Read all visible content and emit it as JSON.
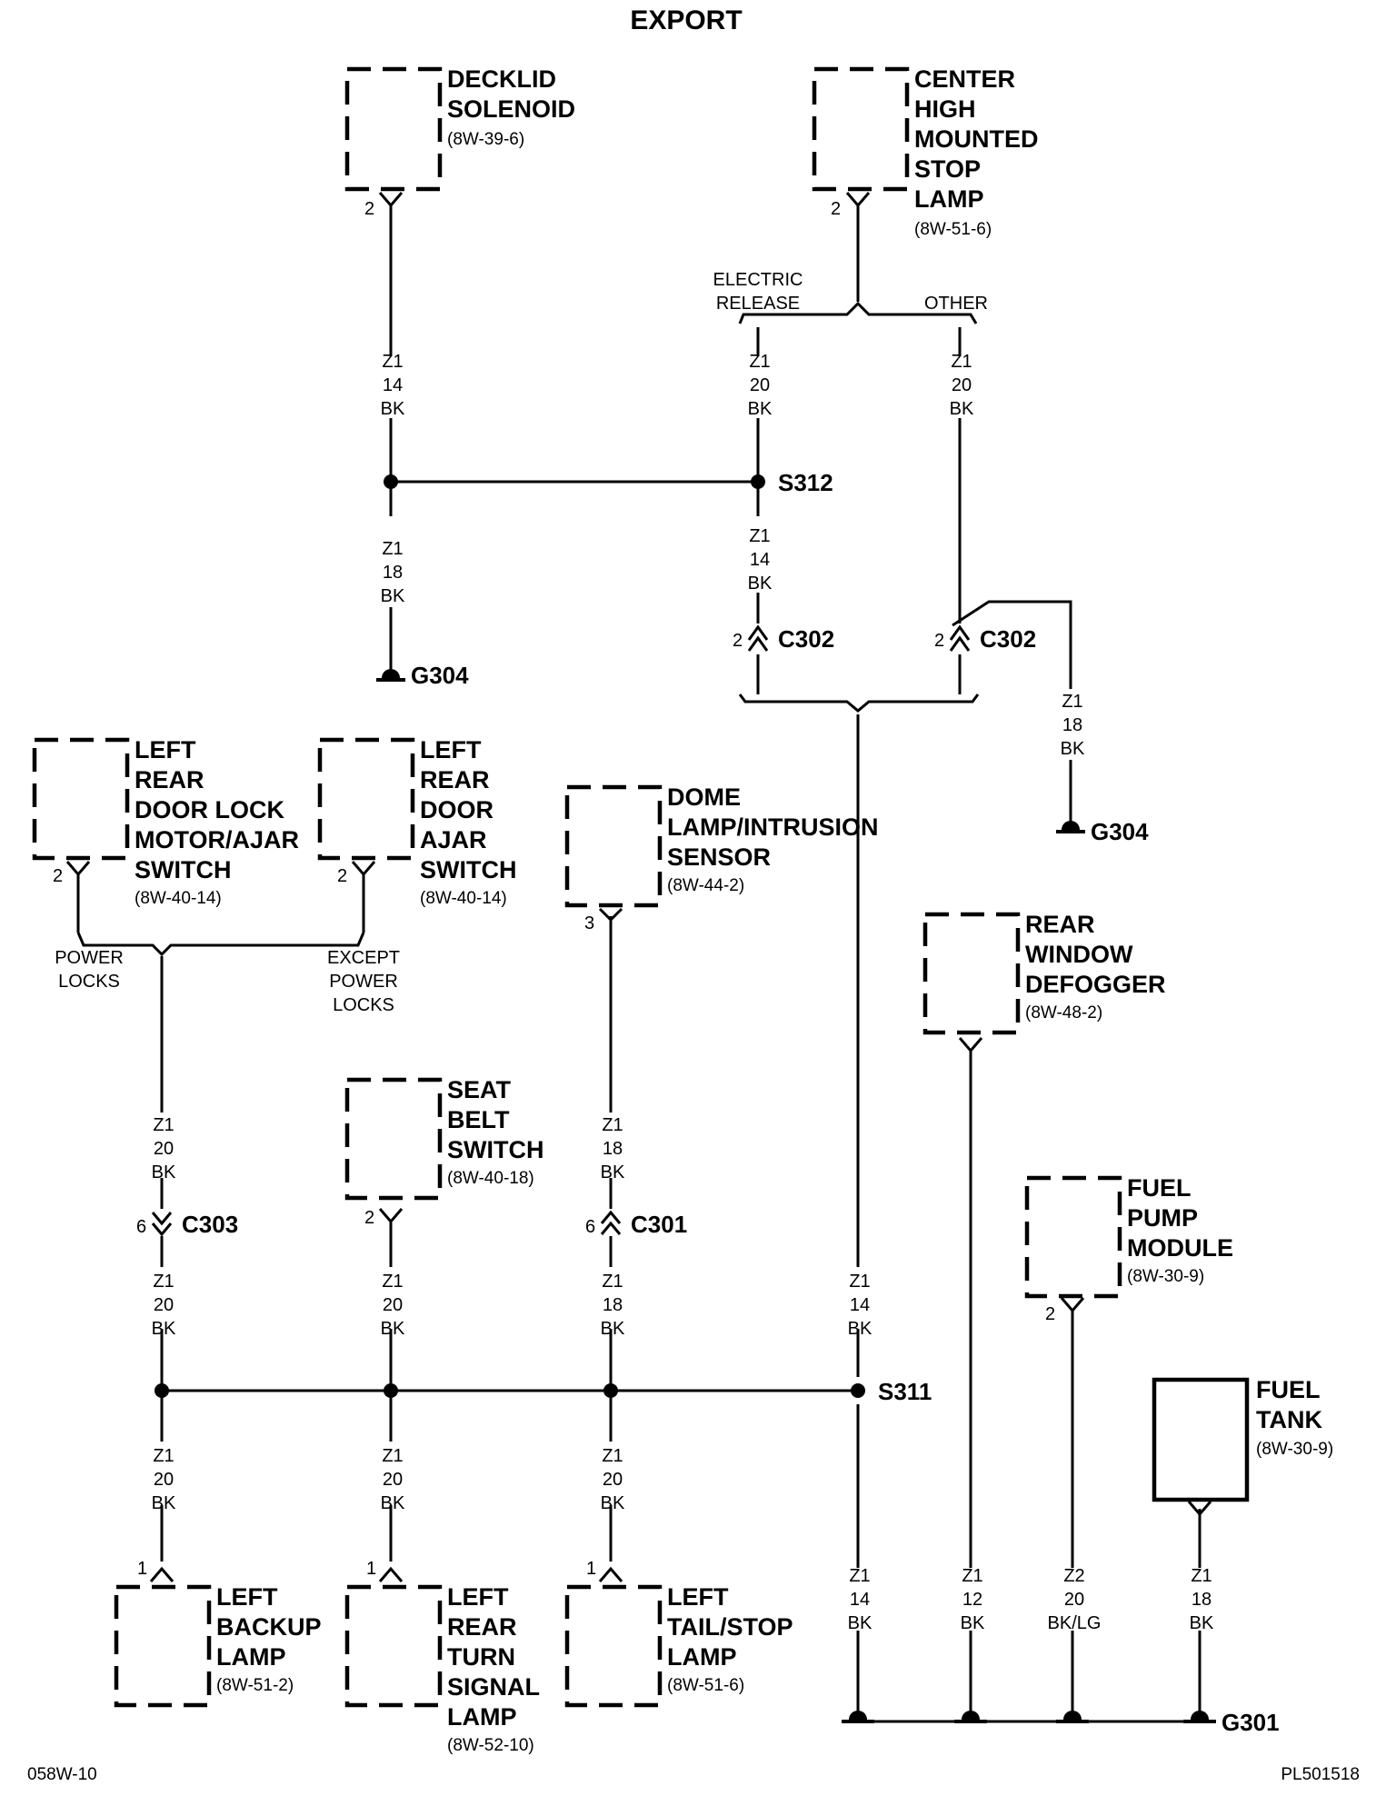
{
  "title": "EXPORT",
  "footer": {
    "left": "058W-10",
    "right": "PL501518"
  },
  "components": {
    "decklid_solenoid": {
      "lines": [
        "DECKLID",
        "SOLENOID"
      ],
      "ref": "(8W-39-6)",
      "pin": "2"
    },
    "chmsl": {
      "lines": [
        "CENTER",
        "HIGH",
        "MOUNTED",
        "STOP",
        "LAMP"
      ],
      "ref": "(8W-51-6)",
      "pin": "2"
    },
    "lr_door_lock_motor": {
      "lines": [
        "LEFT",
        "REAR",
        "DOOR LOCK",
        "MOTOR/AJAR",
        "SWITCH"
      ],
      "ref": "(8W-40-14)",
      "pin": "2"
    },
    "lr_door_ajar_switch": {
      "lines": [
        "LEFT",
        "REAR",
        "DOOR",
        "AJAR",
        "SWITCH"
      ],
      "ref": "(8W-40-14)",
      "pin": "2"
    },
    "dome_lamp": {
      "lines": [
        "DOME",
        "LAMP/INTRUSION",
        "SENSOR"
      ],
      "ref": "(8W-44-2)",
      "pin": "3"
    },
    "rear_window_defogger": {
      "lines": [
        "REAR",
        "WINDOW",
        "DEFOGGER"
      ],
      "ref": "(8W-48-2)"
    },
    "seat_belt_switch": {
      "lines": [
        "SEAT",
        "BELT",
        "SWITCH"
      ],
      "ref": "(8W-40-18)",
      "pin": "2"
    },
    "fuel_pump_module": {
      "lines": [
        "FUEL",
        "PUMP",
        "MODULE"
      ],
      "ref": "(8W-30-9)",
      "pin": "2"
    },
    "fuel_tank": {
      "lines": [
        "FUEL",
        "TANK"
      ],
      "ref": "(8W-30-9)"
    },
    "left_backup_lamp": {
      "lines": [
        "LEFT",
        "BACKUP",
        "LAMP"
      ],
      "ref": "(8W-51-2)",
      "pin": "1"
    },
    "left_rear_turn_signal": {
      "lines": [
        "LEFT",
        "REAR",
        "TURN",
        "SIGNAL",
        "LAMP"
      ],
      "ref": "(8W-52-10)",
      "pin": "1"
    },
    "left_tail_stop_lamp": {
      "lines": [
        "LEFT",
        "TAIL/STOP",
        "LAMP"
      ],
      "ref": "(8W-51-6)",
      "pin": "1"
    }
  },
  "branches": {
    "electric_release": [
      "ELECTRIC",
      "RELEASE"
    ],
    "other": "OTHER",
    "power_locks": [
      "POWER",
      "LOCKS"
    ],
    "except_power_locks": [
      "EXCEPT",
      "POWER",
      "LOCKS"
    ]
  },
  "splices": {
    "s312": "S312",
    "s311": "S311"
  },
  "grounds": {
    "g304": "G304",
    "g301": "G301"
  },
  "connectors": {
    "c302": {
      "name": "C302",
      "pin": "2"
    },
    "c303": {
      "name": "C303",
      "pin": "6"
    },
    "c301": {
      "name": "C301",
      "pin": "6"
    }
  },
  "wires": {
    "decklid_upper": [
      "Z1",
      "14",
      "BK"
    ],
    "decklid_lower": [
      "Z1",
      "18",
      "BK"
    ],
    "er_upper": [
      "Z1",
      "20",
      "BK"
    ],
    "s312_lower": [
      "Z1",
      "14",
      "BK"
    ],
    "other_upper": [
      "Z1",
      "20",
      "BK"
    ],
    "g304_right": [
      "Z1",
      "18",
      "BK"
    ],
    "door_upper": [
      "Z1",
      "20",
      "BK"
    ],
    "c303_lower": [
      "Z1",
      "20",
      "BK"
    ],
    "seat_belt": [
      "Z1",
      "20",
      "BK"
    ],
    "dome_upper": [
      "Z1",
      "18",
      "BK"
    ],
    "c301_lower": [
      "Z1",
      "18",
      "BK"
    ],
    "main_to_s311": [
      "Z1",
      "14",
      "BK"
    ],
    "backup": [
      "Z1",
      "20",
      "BK"
    ],
    "turn": [
      "Z1",
      "20",
      "BK"
    ],
    "tail": [
      "Z1",
      "20",
      "BK"
    ],
    "s311_g301": [
      "Z1",
      "14",
      "BK"
    ],
    "defogger": [
      "Z1",
      "12",
      "BK"
    ],
    "fuel_pump": [
      "Z2",
      "20",
      "BK/LG"
    ],
    "fuel_tank": [
      "Z1",
      "18",
      "BK"
    ]
  }
}
